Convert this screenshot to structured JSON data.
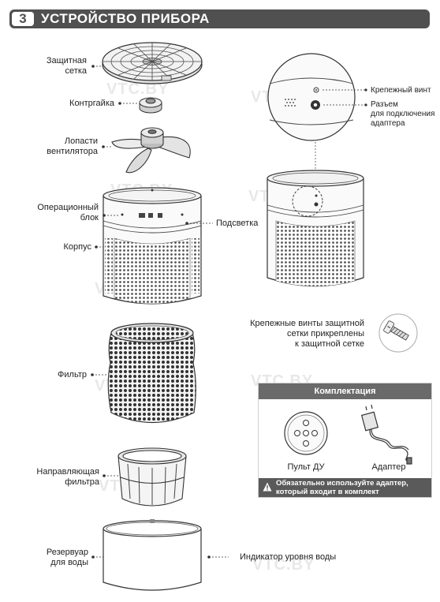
{
  "header": {
    "number": "3",
    "title": "УСТРОЙСТВО ПРИБОРА"
  },
  "labels": {
    "grille": [
      "Защитная",
      "сетка"
    ],
    "locknut": "Контргайка",
    "blades": [
      "Лопасти",
      "вентилятора"
    ],
    "control_unit": [
      "Операционный",
      "блок"
    ],
    "backlight": "Подсветка",
    "body": "Корпус",
    "fixing_screw": "Крепежный винт",
    "adapter_socket": [
      "Разъем",
      "для подключения",
      "адаптера"
    ],
    "grille_screws": [
      "Крепежные винты защитной",
      "сетки прикреплены",
      "к защитной сетке"
    ],
    "filter": "Фильтр",
    "filter_guide": [
      "Направляющая",
      "фильтра"
    ],
    "water_tank": [
      "Резервуар",
      "для воды"
    ],
    "water_level": "Индикатор уровня воды"
  },
  "kit": {
    "title": "Комплектация",
    "remote_label": "Пульт ДУ",
    "adapter_label": "Адаптер",
    "warning": [
      "Обязательно используйте адаптер,",
      "который входит в комплект"
    ]
  },
  "watermark": "VTC.BY"
}
